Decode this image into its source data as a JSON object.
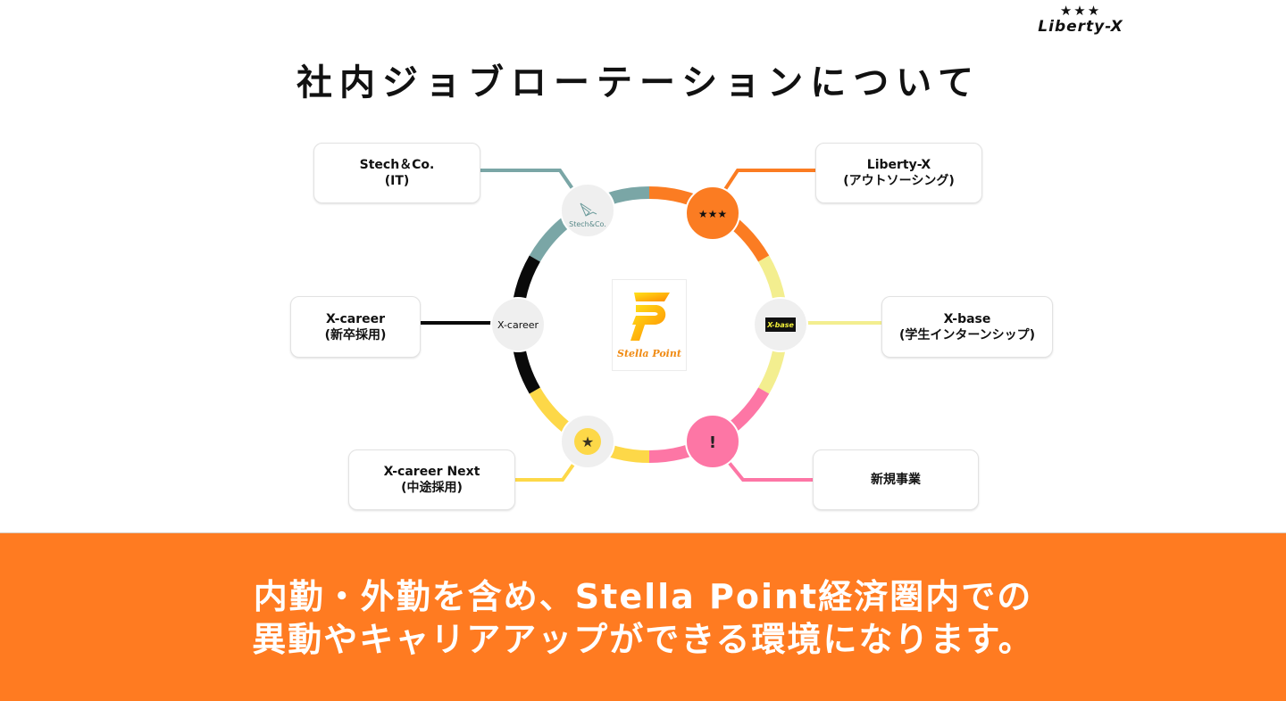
{
  "header": {
    "brand_stars": "★★★",
    "brand_name": "Liberty-X",
    "title": "社内ジョブローテーションについて"
  },
  "center": {
    "logo_icon": "stella-point-p-logo",
    "label": "Stella Point"
  },
  "colors": {
    "teal": "#7aa6a6",
    "orange": "#fb7c22",
    "light_yellow": "#f3ee8f",
    "pink": "#fd76a5",
    "yellow": "#fdd848",
    "black": "#0a0a0a",
    "banner": "#ff7b21",
    "node_gray": "#efefef"
  },
  "nodes": [
    {
      "id": "stech",
      "title": "Stech＆Co.",
      "subtitle": "(IT)",
      "node_label": "Stech&Co.",
      "icon": "crane-icon"
    },
    {
      "id": "liberty",
      "title": "Liberty-X",
      "subtitle": "(アウトソーシング)",
      "node_label": "★★★",
      "icon": "three-stars-icon"
    },
    {
      "id": "xbase",
      "title": "X-base",
      "subtitle": "(学生インターンシップ)",
      "node_label": "X-base",
      "icon": "x-base-logo"
    },
    {
      "id": "new",
      "title": "新規事業",
      "subtitle": "",
      "node_label": "!",
      "icon": "exclamation-icon"
    },
    {
      "id": "xnext",
      "title": "X-career Next",
      "subtitle": "(中途採用)",
      "node_label": "★",
      "icon": "star-icon"
    },
    {
      "id": "xcareer",
      "title": "X-career",
      "subtitle": "(新卒採用)",
      "node_label": "X-career",
      "icon": "x-career-logo"
    }
  ],
  "banner": {
    "line1": "内勤・外勤を含め、Stella Point経済圏内での",
    "line2": "異動やキャリアアップができる環境になります。"
  }
}
